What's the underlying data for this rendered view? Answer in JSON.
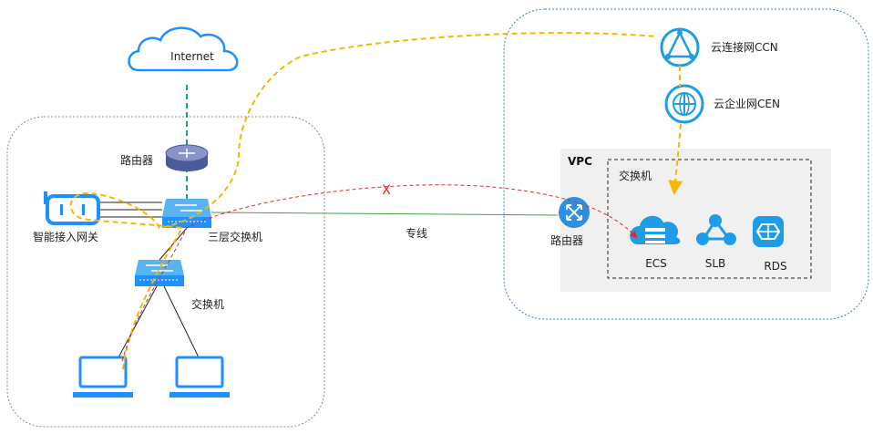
{
  "labels": {
    "internet": "Internet",
    "router_onprem": "路由器",
    "smart_gateway": "智能接入网关",
    "l3_switch": "三层交换机",
    "switch_onprem": "交换机",
    "dedicated_line": "专线",
    "vpc": "VPC",
    "vpc_router": "路由器",
    "vswitch": "交换机",
    "ccn": "云连接网CCN",
    "cen": "云企业网CEN",
    "ecs": "ECS",
    "slb": "SLB",
    "rds": "RDS",
    "blocked_mark": "X"
  },
  "colors": {
    "blue_icon": "#1e90ff",
    "orange_path": "#f5b800",
    "red_path": "#e0282e",
    "green_line": "#3fa34d",
    "teal_dashed": "#1aa37a",
    "vpc_bg": "#f0f0f0",
    "region_border": "#888888",
    "cloud_border": "#3a7bd5"
  }
}
